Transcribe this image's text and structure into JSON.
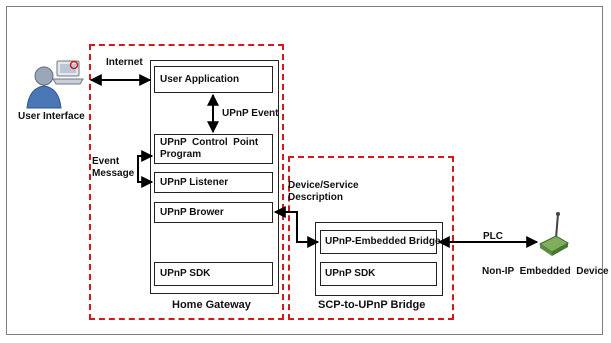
{
  "actors": {
    "user_interface": "User Interface",
    "non_ip_device": "Non-IP  Embedded  Device"
  },
  "links": {
    "internet": "Internet",
    "upnp_event": "UPnP Event",
    "event_message_line1": "Event",
    "event_message_line2": "Message",
    "device_service_line1": "Device/Service",
    "device_service_line2": "Description",
    "plc": "PLC"
  },
  "home_gateway": {
    "title": "Home Gateway",
    "modules": {
      "user_application": "User Application",
      "control_point_line1": "UPnP  Control  Point",
      "control_point_line2": "Program",
      "listener": "UPnP Listener",
      "brower": "UPnP Brower",
      "sdk": "UPnP SDK"
    }
  },
  "bridge": {
    "title": "SCP-to-UPnP Bridge",
    "modules": {
      "embedded_bridge": "UPnP-Embedded Bridge",
      "sdk": "UPnP SDK"
    }
  },
  "colors": {
    "region_border": "#d21a1a",
    "box_border": "#222222",
    "arrow": "#000000"
  },
  "icons": {
    "user": "user-with-laptop-icon",
    "device": "antenna-device-icon"
  }
}
